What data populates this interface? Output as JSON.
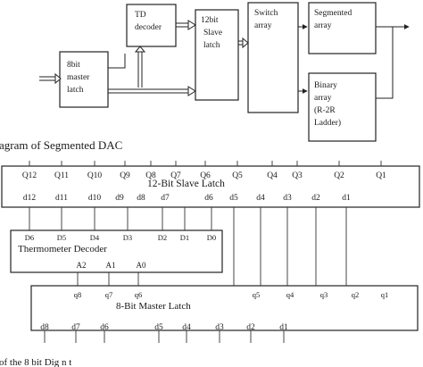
{
  "top_diagram": {
    "blocks": {
      "master": [
        "8bit",
        "master",
        "latch"
      ],
      "td": [
        "TD",
        "decoder"
      ],
      "slave": [
        "12bit",
        "Slave",
        "latch"
      ],
      "switch": [
        "Switch",
        "array"
      ],
      "segmented": [
        "Segmented",
        "array"
      ],
      "binary": [
        "Binary",
        "array",
        "(R-2R",
        "Ladder)"
      ]
    },
    "caption": "agram of Segmented DAC"
  },
  "bottom_diagram": {
    "slave_latch": {
      "title": "12-Bit Slave Latch",
      "outputs": [
        "Q12",
        "Q11",
        "Q10",
        "Q9",
        "Q8",
        "Q7",
        "Q6",
        "Q5",
        "Q4",
        "Q3",
        "Q2",
        "Q1"
      ],
      "inputs": [
        "d12",
        "d11",
        "d10",
        "d9",
        "d8",
        "d7",
        "d6",
        "d5",
        "d4",
        "d3",
        "d2",
        "d1"
      ]
    },
    "thermometer_decoder": {
      "title": "Thermometer Decoder",
      "outputs": [
        "D6",
        "D5",
        "D4",
        "D3",
        "D2",
        "D1",
        "D0"
      ],
      "inputs": [
        "A2",
        "A1",
        "A0"
      ]
    },
    "master_latch": {
      "title": "8-Bit Master Latch",
      "outputs": [
        "q8",
        "q7",
        "q6",
        "q5",
        "q4",
        "q3",
        "q2",
        "q1"
      ],
      "inputs": [
        "d8",
        "d7",
        "d6",
        "d5",
        "d4",
        "d3",
        "d2",
        "d1"
      ]
    },
    "caption": "of the 8 bit Dig   n t"
  }
}
